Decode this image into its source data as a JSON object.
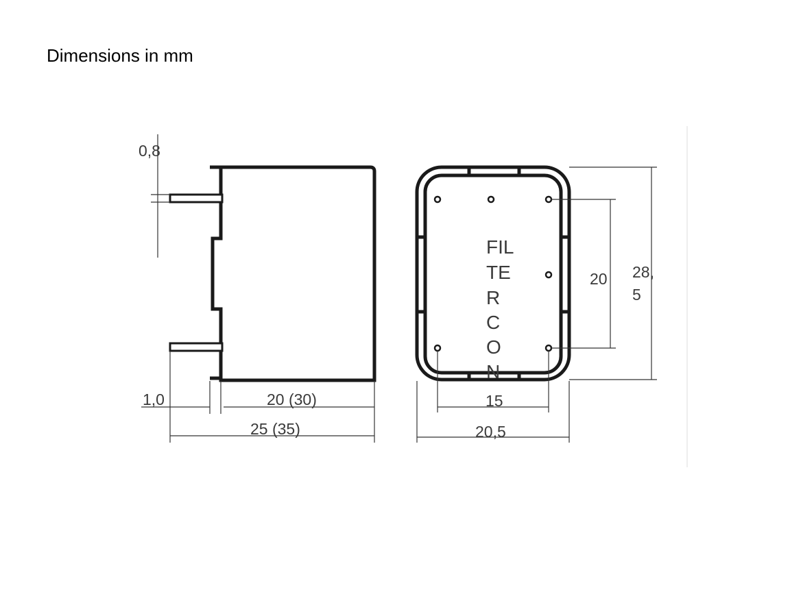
{
  "title": "Dimensions in mm",
  "side_view": {
    "pin_thickness_label": "0,8",
    "pin_offset_label": "1,0",
    "body_length_label": "20 (30)",
    "total_length_label": "25 (35)"
  },
  "top_view": {
    "brand_lines": [
      "FIL",
      "TE",
      "R",
      "C",
      "O",
      "N"
    ],
    "pin_pitch_vertical_label": "20",
    "height_label_line1": "28,",
    "height_label_line2": "5",
    "pin_pitch_horizontal_label": "15",
    "width_label": "20,5"
  }
}
